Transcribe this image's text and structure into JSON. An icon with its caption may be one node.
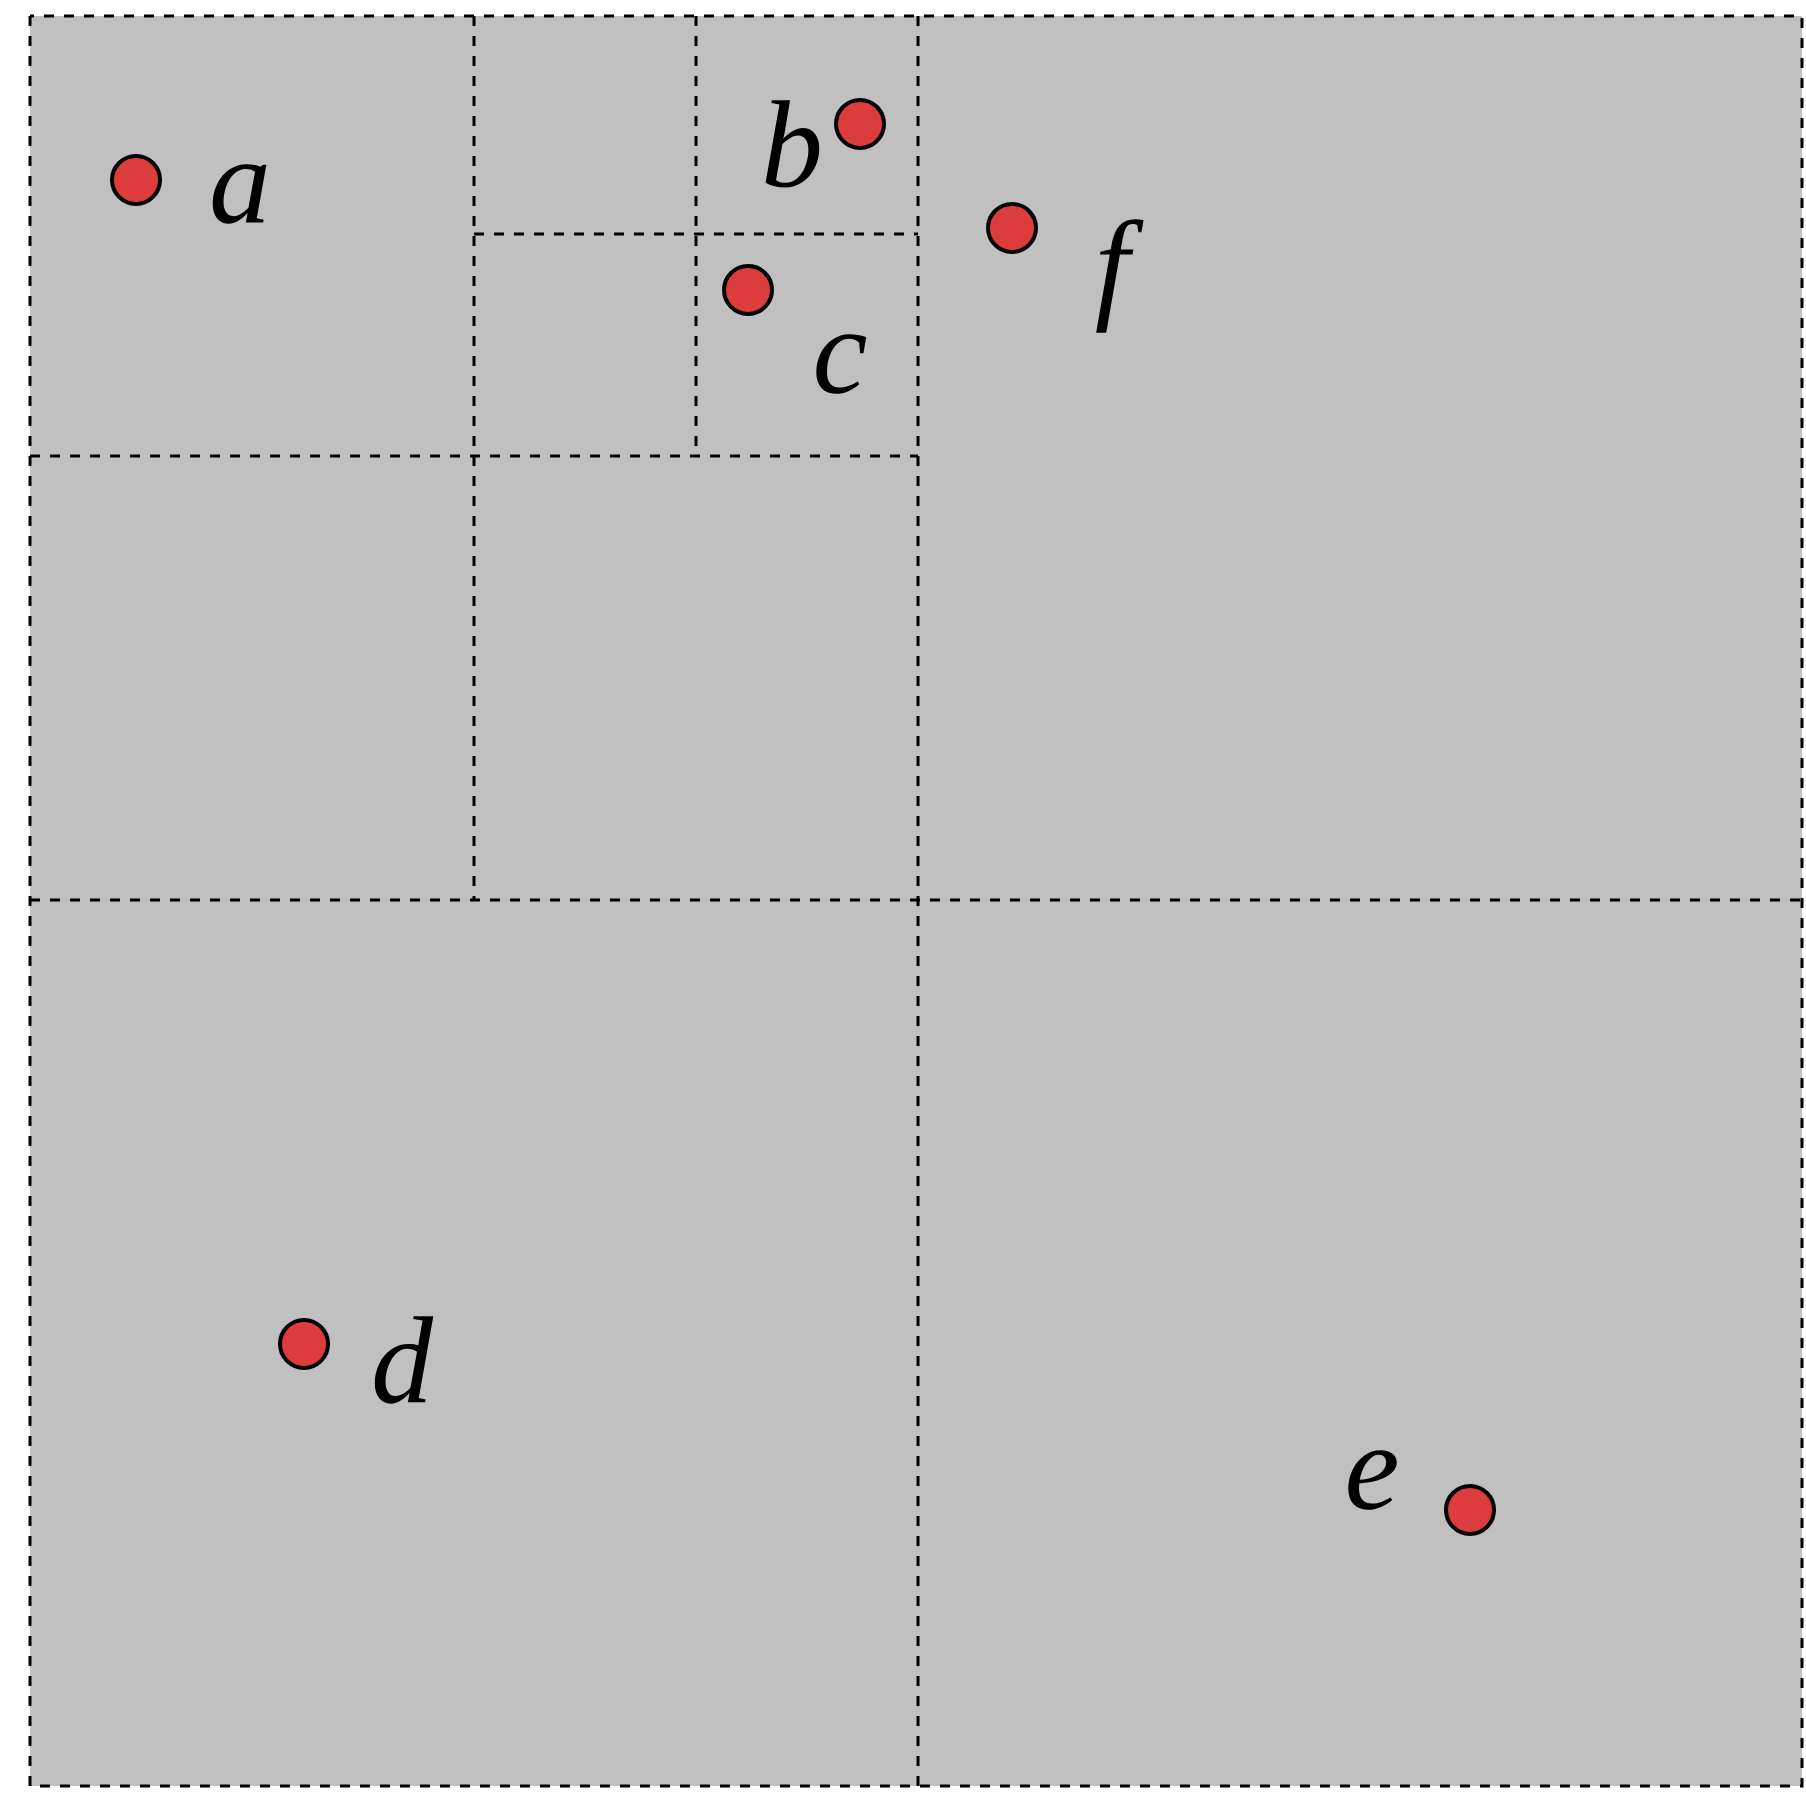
{
  "diagram": {
    "nodes": [
      {
        "text": [],
        "shape": "circle",
        "beside": [
          "a"
        ]
      },
      {
        "text": [],
        "shape": "circle",
        "beside": [
          "b"
        ]
      },
      {
        "text": [],
        "shape": "circle",
        "beside": [
          "c"
        ]
      },
      {
        "text": [],
        "shape": "circle",
        "beside": [
          "f"
        ]
      },
      {
        "text": [],
        "shape": "circle",
        "beside": [
          "d"
        ]
      },
      {
        "text": [],
        "shape": "circle",
        "beside": [
          "e"
        ]
      }
    ]
  }
}
